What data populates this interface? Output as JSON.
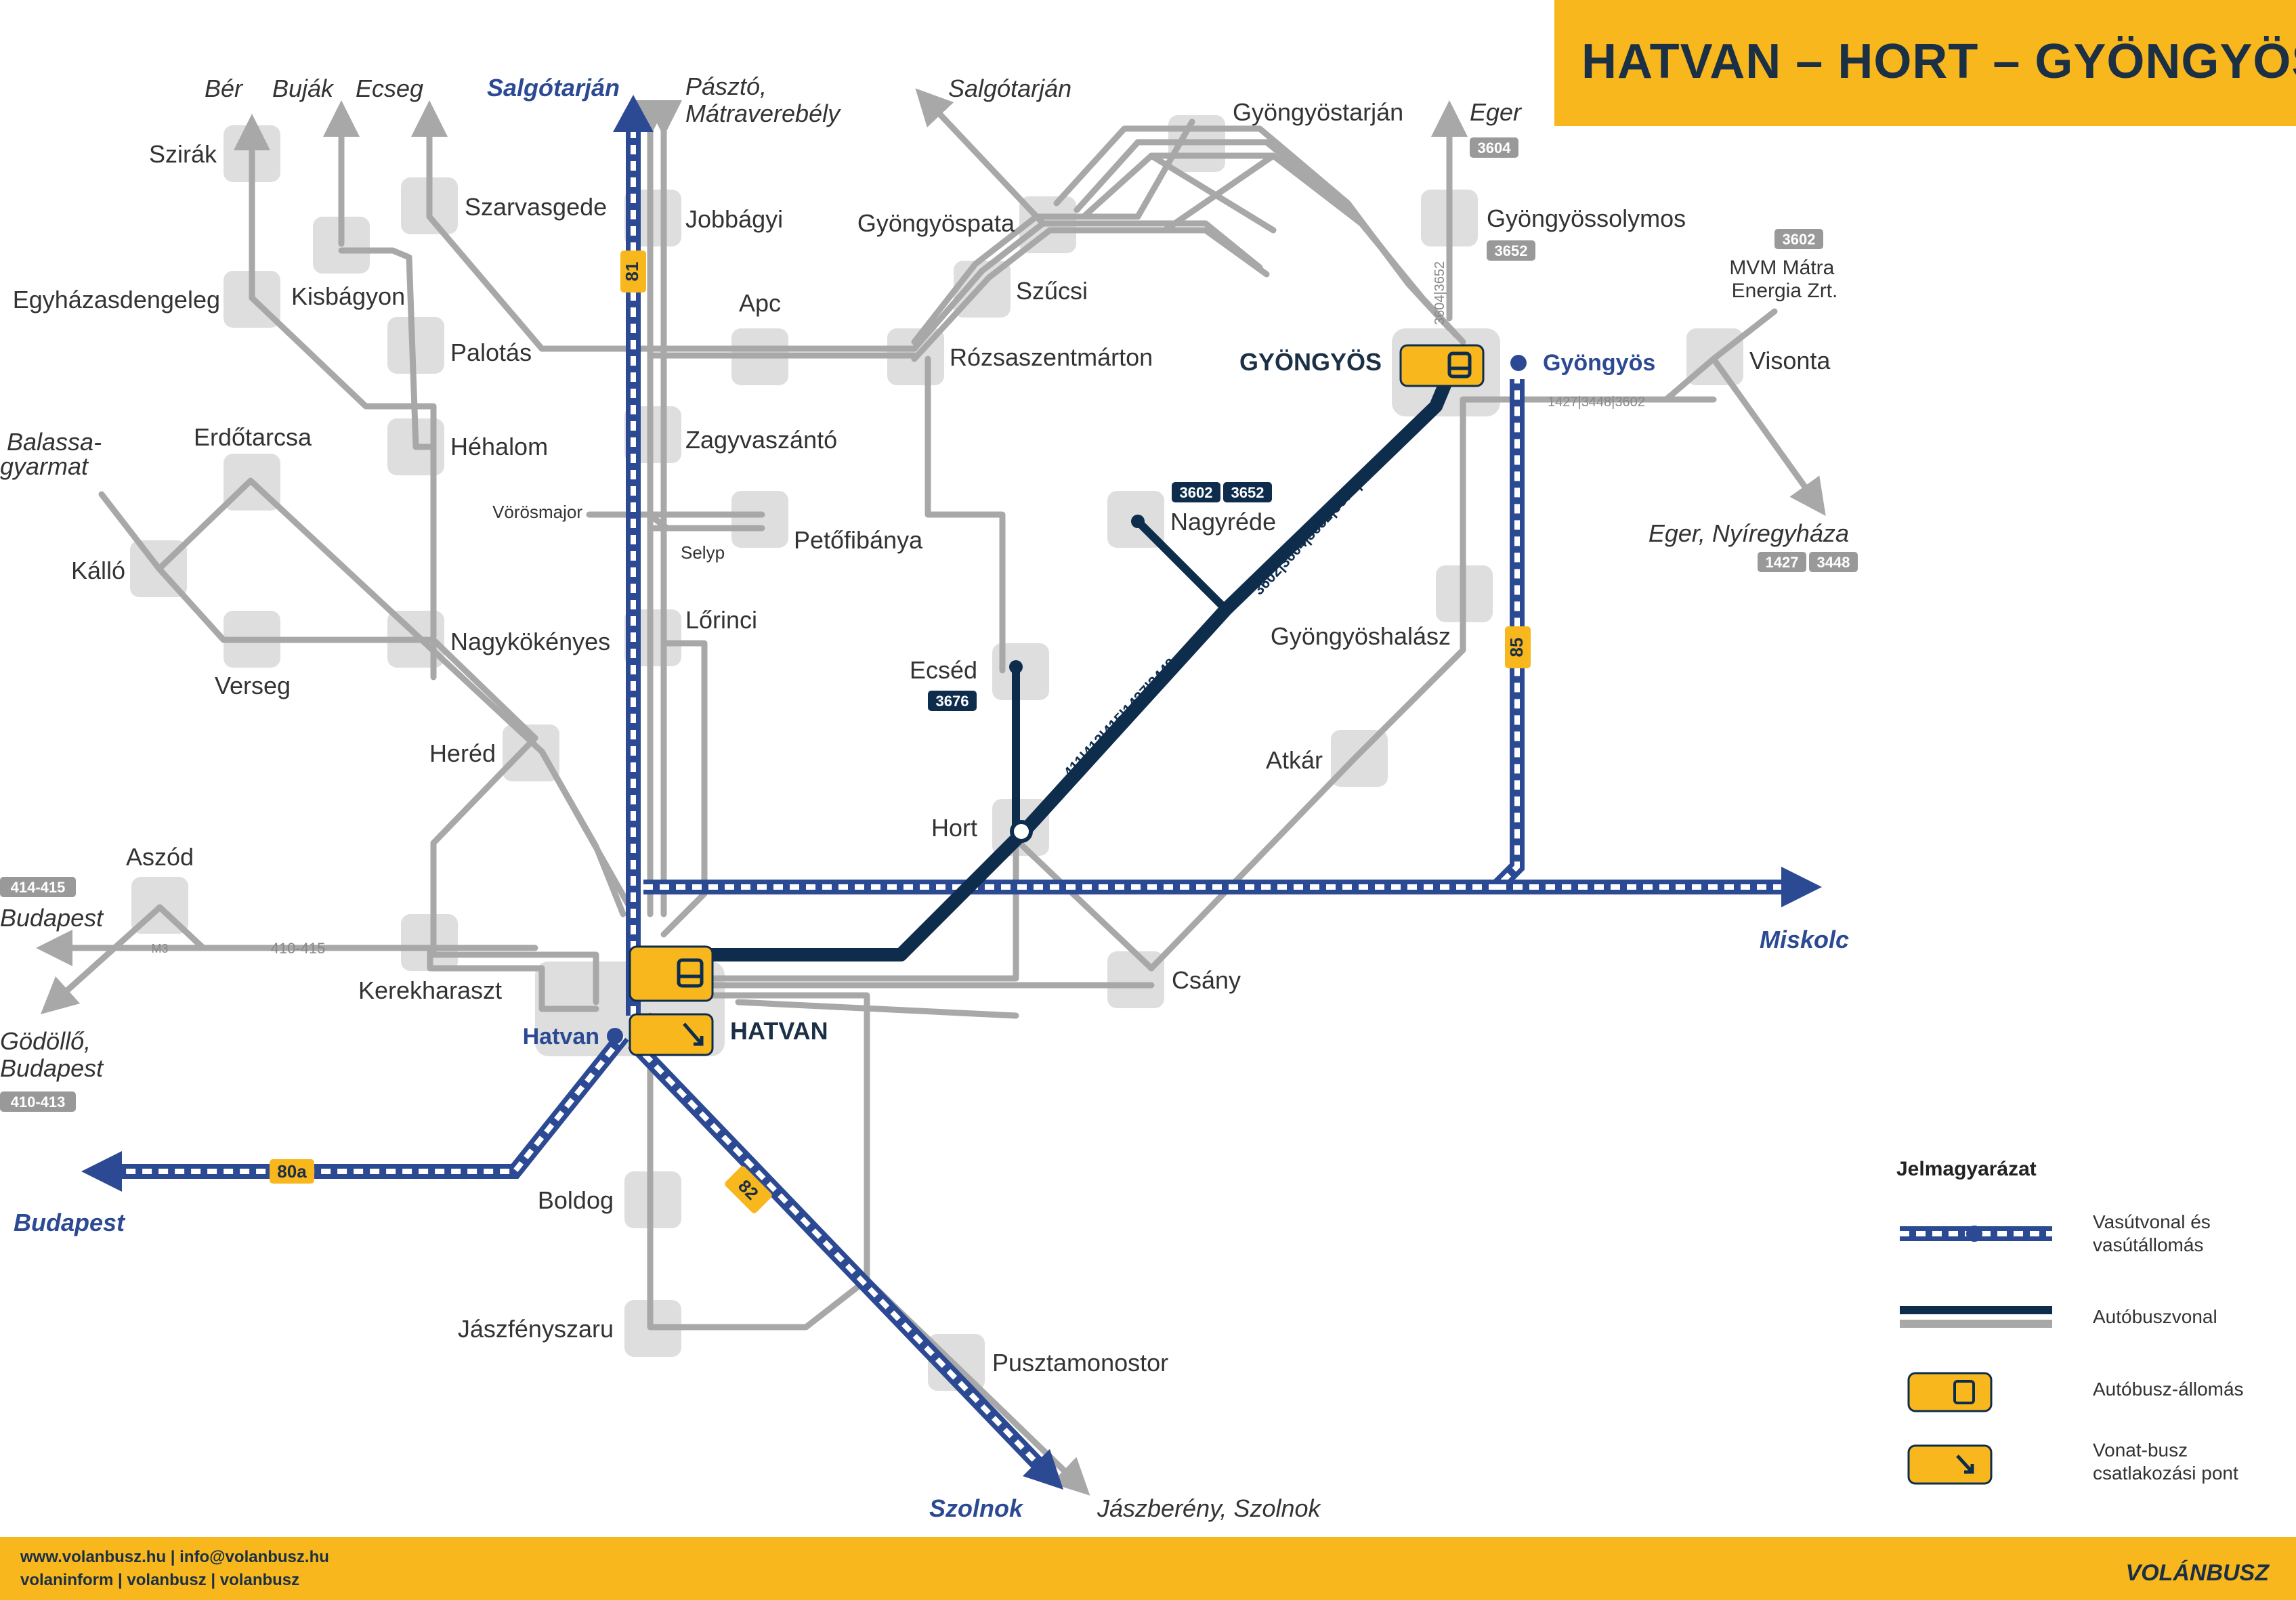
{
  "title": "HATVAN – HORT – GYÖNGYÖS",
  "colors": {
    "rail": "#2c4a93",
    "bus_main": "#0e2d4d",
    "bus_other": "#a8a8a8",
    "station": "#f7b71d",
    "stop_bg": "#dedede",
    "text_dark": "#1b2f45"
  },
  "hubs": {
    "hatvan": "HATVAN",
    "gyongyos": "GYÖNGYÖS"
  },
  "rail_stations": {
    "hatvan": "Hatvan",
    "gyongyos": "Gyöngyös"
  },
  "rail_line_numbers": {
    "l81": "81",
    "l80a": "80a",
    "l82": "82",
    "l85": "85"
  },
  "rail_destinations": {
    "salgotarjan": "Salgótarján",
    "miskolc": "Miskolc",
    "budapest": "Budapest",
    "szolnok": "Szolnok"
  },
  "stops": {
    "szirak": "Szirák",
    "egyhazasdengeleg": "Egyházasdengeleg",
    "kisbagyon": "Kisbágyon",
    "szarvasgede": "Szarvasgede",
    "palotas": "Palotás",
    "hehalom": "Héhalom",
    "erdotarcsa": "Erdőtarcsa",
    "kallo": "Kálló",
    "verseg": "Verseg",
    "nagykokenyes": "Nagykökényes",
    "hered": "Heréd",
    "aszod": "Aszód",
    "kerekharaszt": "Kerekharaszt",
    "jobbagyi": "Jobbágyi",
    "apc": "Apc",
    "zagyvaszanto": "Zagyvaszántó",
    "vorosmajor": "Vörösmajor",
    "selyp": "Selyp",
    "petofibanya": "Petőfibánya",
    "lorinci": "Lőrinci",
    "gyongyospata": "Gyöngyöspata",
    "szucsi": "Szűcsi",
    "rozsaszentmarton": "Rózsaszentmárton",
    "gyongyostarjan": "Gyöngyöstarján",
    "gyongyossolymos": "Gyöngyössolymos",
    "visonta": "Visonta",
    "mvm": "MVM Mátra\nEnergia Zrt.",
    "nagyrede": "Nagyréde",
    "ecsed": "Ecséd",
    "hort": "Hort",
    "gyongyoshalasz": "Gyöngyöshalász",
    "atkar": "Atkár",
    "csany": "Csány",
    "boldog": "Boldog",
    "jaszfenyszaru": "Jászfényszaru",
    "pusztamonostor": "Pusztamonostor"
  },
  "directions": {
    "ber": "Bér",
    "bujak": "Buják",
    "ecseg": "Ecseg",
    "pászto": "Pásztó,\nMátraverebély",
    "salgotarjan_bus": "Salgótarján",
    "eger": "Eger",
    "balassagyarmat": "Balassa-\ngyarmat",
    "budapest_bus": "Budapest",
    "godollo": "Gödöllő,\nBudapest",
    "eger_nyiregyhaza": "Eger, Nyíregyháza",
    "jaszbereny": "Jászberény, Szolnok"
  },
  "route_badges": {
    "eger": "3604",
    "gyongyossolymos": "3652",
    "mvm": "3602",
    "nagyrede_a": "3602",
    "nagyrede_b": "3652",
    "ecsed": "3676",
    "eger_nyh_a": "1427",
    "eger_nyh_b": "3448",
    "aszod": "414-415",
    "godollo": "410-413"
  },
  "line_labels": {
    "main_lower": "411|413|415|1427|3448",
    "main_upper": "3602|3604|3652|3675|3676",
    "gyongyossolymos_vertical": "3604|3652",
    "visonta_horizontal": "1427|3448|3602",
    "m3_label": "M3",
    "kerekharaszt_line": "410-415"
  },
  "legend": {
    "title": "Jelmagyarázat",
    "rail": "Vasútvonal és vasútállomás",
    "bus_line": "Autóbuszvonal",
    "bus_station": "Autóbusz-állomás",
    "transfer": "Vonat-busz csatlakozási pont"
  },
  "footer": {
    "line1": "www.volanbusz.hu | info@volanbusz.hu",
    "line2": "volaninform | volanbusz | volanbusz",
    "brand": "VOLÁNBUSZ"
  }
}
